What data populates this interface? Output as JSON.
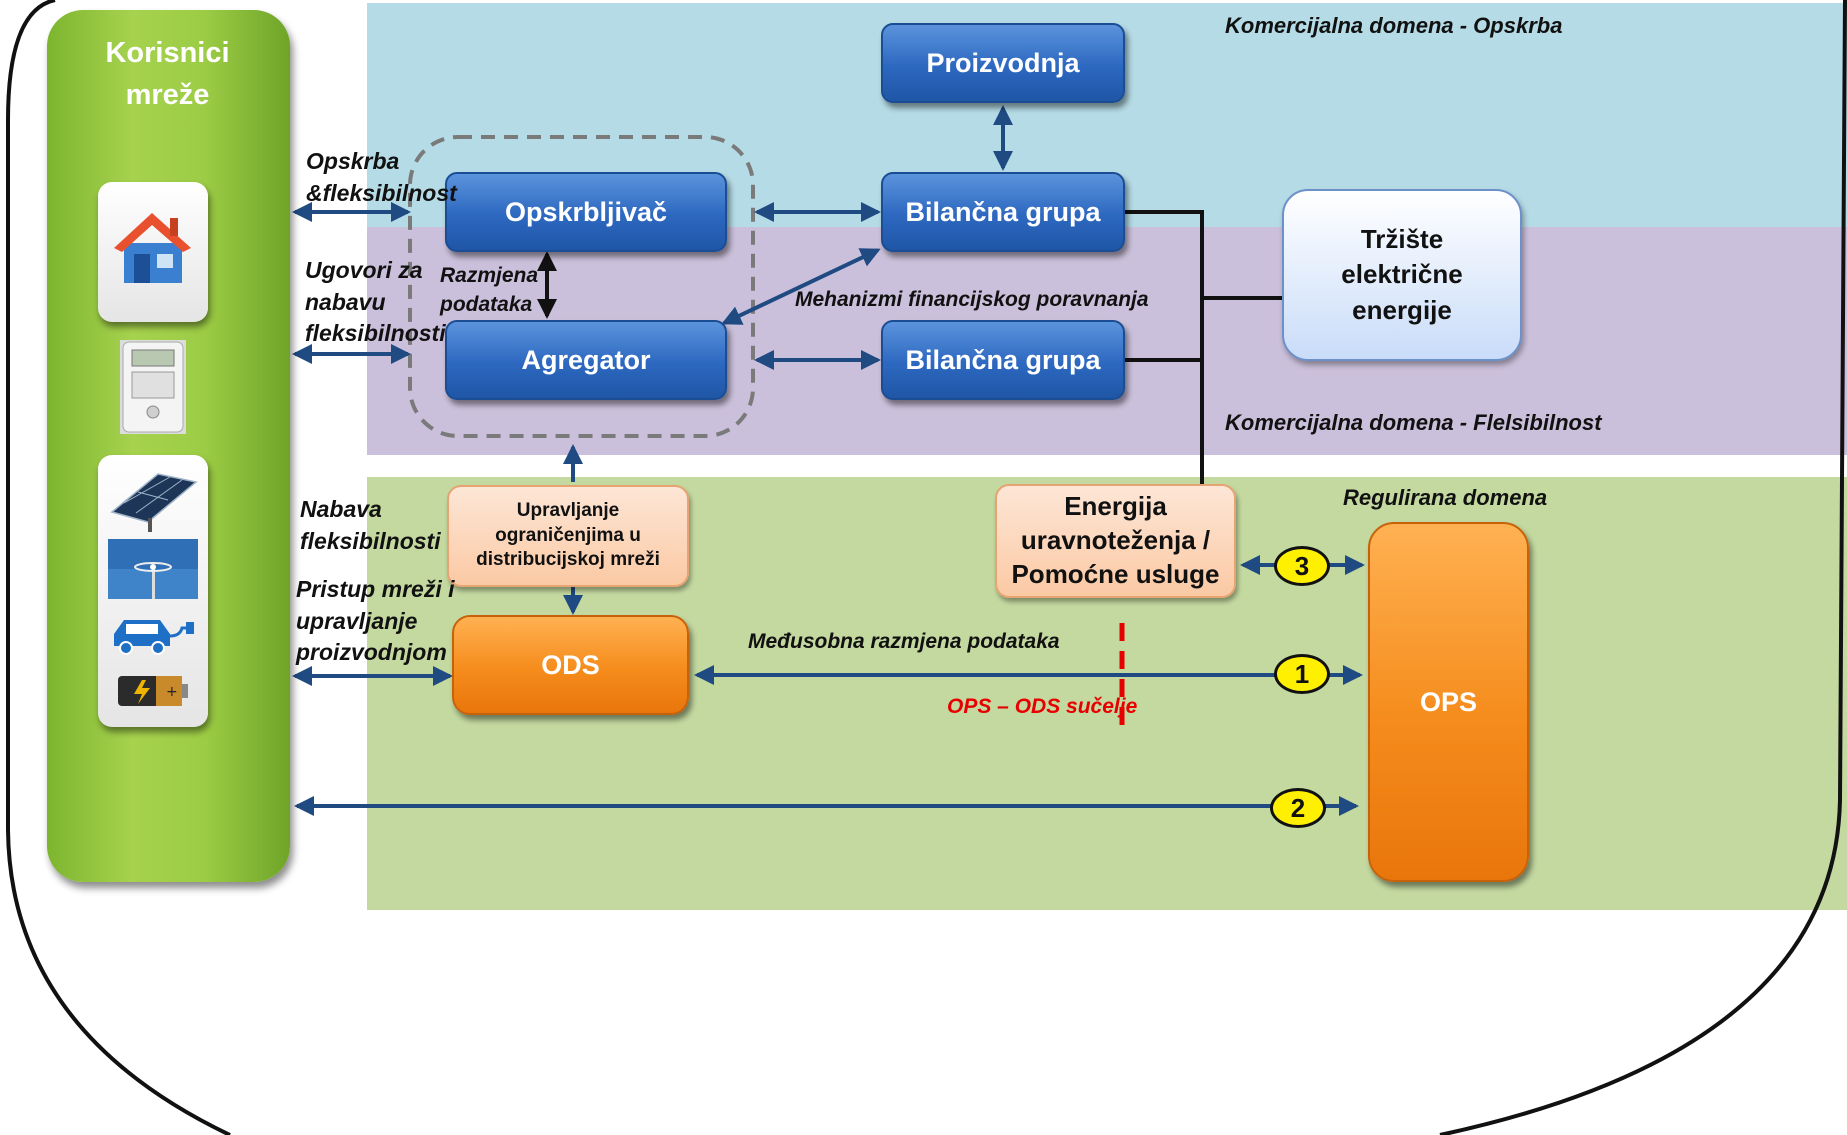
{
  "colors": {
    "supply_domain": "#b5dbe6",
    "flex_domain": "#cbc0db",
    "regulated_domain": "#c4d9a0",
    "arrow": "#1f4a82",
    "network_users": "#8fc23f",
    "market": "#dbe8fb",
    "interface_line": "#e60000",
    "badge": "#ffef00"
  },
  "domains": {
    "supply": "Komercijalna domena  - Opskrba",
    "flexibility": "Komercijalna domena - Flelsibilnost",
    "regulated": "Regulirana domena"
  },
  "network_users": {
    "title": "Korisnici mreže",
    "icons": [
      "house-icon",
      "smart-meter-icon",
      "solar-panel-icon",
      "wind-turbine-icon",
      "electric-car-icon",
      "battery-icon"
    ]
  },
  "boxes": {
    "production": "Proizvodnja",
    "supplier": "Opskrbljivač",
    "aggregator": "Agregator",
    "balance_group_1": "Bilančna grupa",
    "balance_group_2": "Bilančna grupa",
    "market": "Tržište električne energije",
    "dso_constraints": "Upravljanje ograničenjima u distribucijskoj mreži",
    "balancing": "Energija uravnoteženja / Pomoćne usluge",
    "dso": "ODS",
    "tso": "OPS"
  },
  "labels": {
    "supply_flex": "Opskrba\n&fleksibilnost",
    "flex_contracts": "Ugovori za\nnabavu\nfleksibilnosti",
    "data_exchange": "Razmjena\npodataka",
    "financial_settlement": "Mehanizmi financijskog poravnanja",
    "flex_procurement": "Nabava\nfleksibilnosti",
    "grid_access": "Pristup mreži i\nupravljanje\nproizvodnjom",
    "mutual_data_exchange": "Međusobna razmjena podataka",
    "interface": "OPS – ODS sučelje"
  },
  "badges": [
    "3",
    "1",
    "2"
  ]
}
